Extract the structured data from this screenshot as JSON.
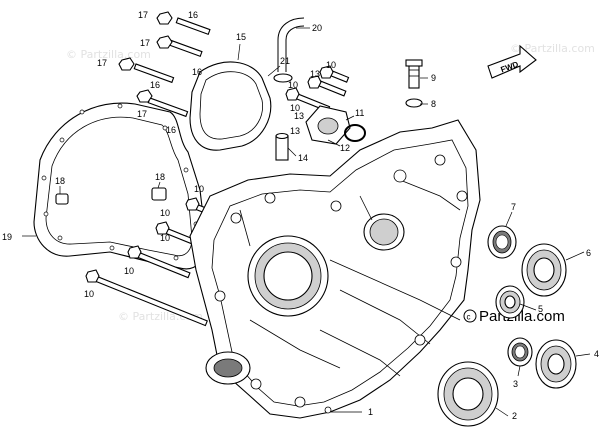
{
  "watermark": {
    "text": "© Partzilla.com",
    "brand": "Partzilla.com",
    "copyright_symbol": "©"
  },
  "direction_arrow": {
    "label": "FWD"
  },
  "callouts": [
    {
      "id": "c1",
      "label": "1"
    },
    {
      "id": "c2",
      "label": "2"
    },
    {
      "id": "c3",
      "label": "3"
    },
    {
      "id": "c4",
      "label": "4"
    },
    {
      "id": "c5",
      "label": "5"
    },
    {
      "id": "c6",
      "label": "6"
    },
    {
      "id": "c7",
      "label": "7"
    },
    {
      "id": "c8",
      "label": "8"
    },
    {
      "id": "c9",
      "label": "9"
    },
    {
      "id": "c10a",
      "label": "10"
    },
    {
      "id": "c10b",
      "label": "10"
    },
    {
      "id": "c10c",
      "label": "10"
    },
    {
      "id": "c10d",
      "label": "10"
    },
    {
      "id": "c10e",
      "label": "10"
    },
    {
      "id": "c10f",
      "label": "10"
    },
    {
      "id": "c10g",
      "label": "10"
    },
    {
      "id": "c10h",
      "label": "10"
    },
    {
      "id": "c11",
      "label": "11"
    },
    {
      "id": "c12",
      "label": "12"
    },
    {
      "id": "c13a",
      "label": "13"
    },
    {
      "id": "c13b",
      "label": "13"
    },
    {
      "id": "c13c",
      "label": "13"
    },
    {
      "id": "c14",
      "label": "14"
    },
    {
      "id": "c15",
      "label": "15"
    },
    {
      "id": "c16a",
      "label": "16"
    },
    {
      "id": "c16b",
      "label": "16"
    },
    {
      "id": "c16c",
      "label": "16"
    },
    {
      "id": "c16d",
      "label": "16"
    },
    {
      "id": "c17a",
      "label": "17"
    },
    {
      "id": "c17b",
      "label": "17"
    },
    {
      "id": "c17c",
      "label": "17"
    },
    {
      "id": "c17d",
      "label": "17"
    },
    {
      "id": "c18a",
      "label": "18"
    },
    {
      "id": "c18b",
      "label": "18"
    },
    {
      "id": "c19",
      "label": "19"
    },
    {
      "id": "c20",
      "label": "20"
    },
    {
      "id": "c21",
      "label": "21"
    }
  ]
}
